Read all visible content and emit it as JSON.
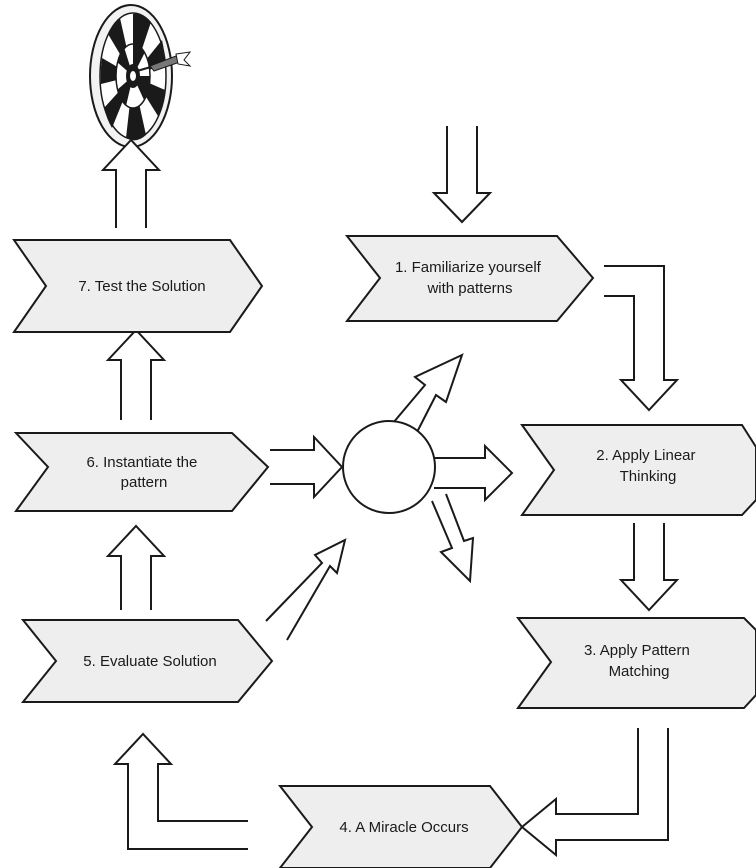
{
  "diagram": {
    "steps": [
      {
        "id": "step-1",
        "lines": [
          "1. Familiarize yourself",
          "with patterns"
        ]
      },
      {
        "id": "step-2",
        "lines": [
          "2. Apply Linear",
          "Thinking"
        ]
      },
      {
        "id": "step-3",
        "lines": [
          "3. Apply Pattern",
          "Matching"
        ]
      },
      {
        "id": "step-4",
        "lines": [
          "4. A Miracle Occurs"
        ]
      },
      {
        "id": "step-5",
        "lines": [
          "5. Evaluate Solution"
        ]
      },
      {
        "id": "step-6",
        "lines": [
          "6. Instantiate the",
          "pattern"
        ]
      },
      {
        "id": "step-7",
        "lines": [
          "7. Test the Solution"
        ]
      }
    ],
    "colors": {
      "box_fill": "#eeeeee",
      "stroke": "#1a1a1a",
      "background": "#ffffff"
    },
    "icons": [
      "dartboard-target-icon",
      "dart-icon"
    ]
  }
}
